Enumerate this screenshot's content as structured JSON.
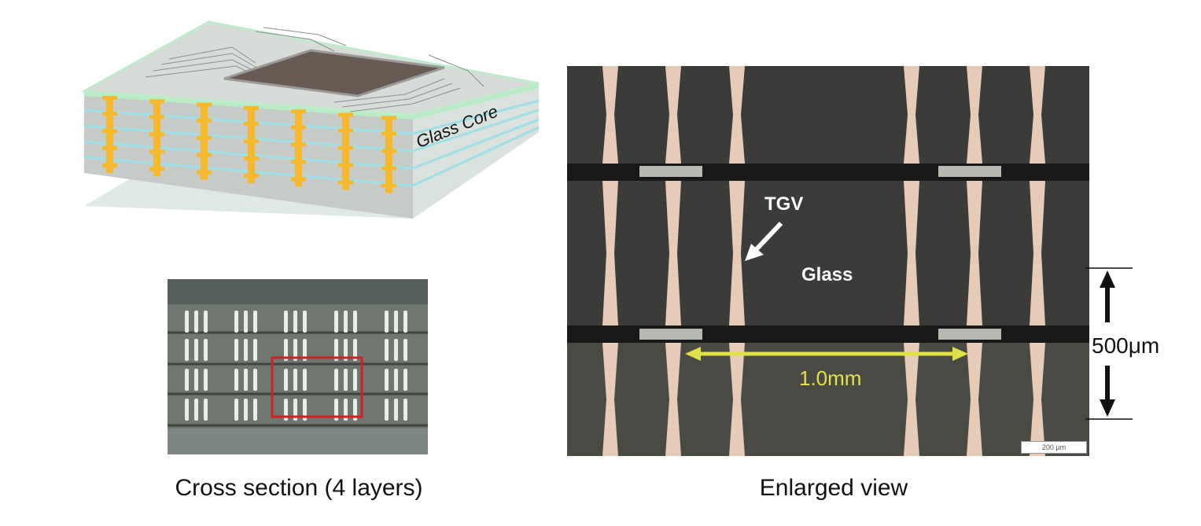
{
  "package": {
    "label": "Glass Core",
    "colors": {
      "glass": "#c9d6d0",
      "edge": "#b8ecc4",
      "via": "#f5b82a",
      "die": "#6a5a54"
    }
  },
  "cross_section": {
    "caption": "Cross section (4 layers)",
    "colors": {
      "highlight": "#d42020",
      "background": "#6f7770"
    }
  },
  "enlarged_view": {
    "caption": "Enlarged view",
    "tgv_label": "TGV",
    "glass_label": "Glass",
    "pitch_label": "1.0mm",
    "thickness_label": "500μm",
    "scale_bar_label": "200 μm",
    "colors": {
      "glass": "#3a3a38",
      "via": "#e8cbb6",
      "pitch_arrow": "#dfe04a"
    }
  }
}
